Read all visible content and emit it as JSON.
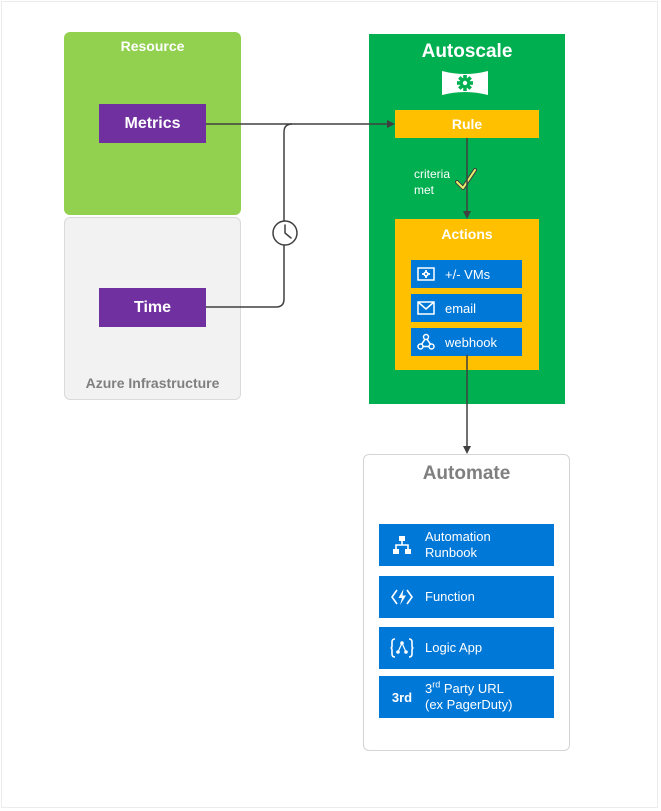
{
  "resource": {
    "title": "Resource",
    "metrics_label": "Metrics"
  },
  "infrastructure": {
    "title": "Azure Infrastructure",
    "time_label": "Time"
  },
  "autoscale": {
    "title": "Autoscale",
    "rule_label": "Rule",
    "criteria_label": "criteria\nmet",
    "actions": {
      "title": "Actions",
      "items": [
        {
          "label": "+/- VMs",
          "icon": "vm-scale-icon"
        },
        {
          "label": "email",
          "icon": "envelope-icon"
        },
        {
          "label": "webhook",
          "icon": "webhook-icon"
        }
      ]
    }
  },
  "automate": {
    "title": "Automate",
    "items": [
      {
        "label_line1": "Automation",
        "label_line2": "Runbook",
        "icon": "hierarchy-icon"
      },
      {
        "label": "Function",
        "icon": "lightning-icon"
      },
      {
        "label": "Logic App",
        "icon": "logic-app-icon"
      },
      {
        "badge": "3rd",
        "pre": "3",
        "sup": "rd",
        "post": " Party URL",
        "label_line2": "(ex PagerDuty)",
        "icon": "third-party-badge"
      }
    ]
  },
  "colors": {
    "resource_green": "#92d050",
    "autoscale_green": "#00b050",
    "purple": "#7030a0",
    "gold": "#ffc000",
    "blue": "#0078d7",
    "infra_gray": "#f2f2f2",
    "connector": "#404040"
  }
}
